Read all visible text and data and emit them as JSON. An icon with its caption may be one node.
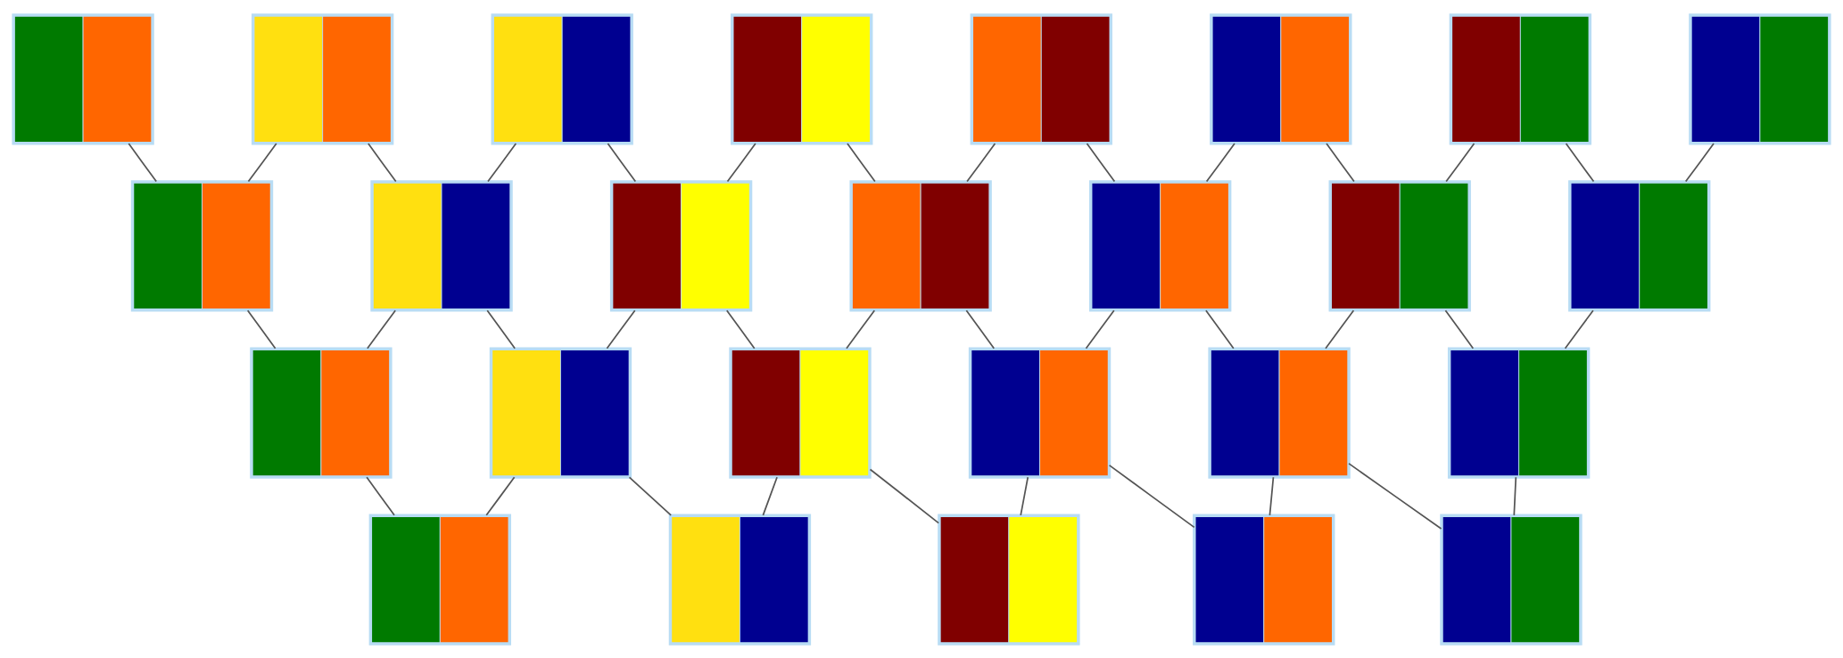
{
  "diagram": {
    "nodes": [
      {
        "text": [],
        "shape": "picture"
      },
      {
        "text": [],
        "shape": "picture"
      },
      {
        "text": [],
        "shape": "picture"
      },
      {
        "text": [],
        "shape": "picture"
      },
      {
        "text": [],
        "shape": "picture"
      },
      {
        "text": [],
        "shape": "picture"
      },
      {
        "text": [],
        "shape": "picture"
      },
      {
        "text": [],
        "shape": "picture"
      },
      {
        "text": [],
        "shape": "picture"
      },
      {
        "text": [],
        "shape": "picture"
      },
      {
        "text": [],
        "shape": "picture"
      },
      {
        "text": [],
        "shape": "picture"
      },
      {
        "text": [],
        "shape": "picture"
      },
      {
        "text": [],
        "shape": "picture"
      },
      {
        "text": [],
        "shape": "picture"
      },
      {
        "text": [],
        "shape": "picture"
      },
      {
        "text": [],
        "shape": "picture"
      },
      {
        "text": [],
        "shape": "picture"
      },
      {
        "text": [],
        "shape": "picture"
      },
      {
        "text": [],
        "shape": "picture"
      },
      {
        "text": [],
        "shape": "picture"
      },
      {
        "text": [],
        "shape": "picture"
      },
      {
        "text": [],
        "shape": "picture"
      },
      {
        "text": [],
        "shape": "picture"
      },
      {
        "text": [],
        "shape": "picture"
      },
      {
        "text": [],
        "shape": "picture"
      }
    ],
    "edges": [
      {
        "from": 0,
        "to": 8,
        "arrow": "none"
      },
      {
        "from": 1,
        "to": 8,
        "arrow": "none"
      },
      {
        "from": 1,
        "to": 9,
        "arrow": "none"
      },
      {
        "from": 2,
        "to": 9,
        "arrow": "none"
      },
      {
        "from": 2,
        "to": 10,
        "arrow": "none"
      },
      {
        "from": 3,
        "to": 10,
        "arrow": "none"
      },
      {
        "from": 3,
        "to": 11,
        "arrow": "none"
      },
      {
        "from": 4,
        "to": 11,
        "arrow": "none"
      },
      {
        "from": 4,
        "to": 12,
        "arrow": "none"
      },
      {
        "from": 5,
        "to": 12,
        "arrow": "none"
      },
      {
        "from": 5,
        "to": 13,
        "arrow": "none"
      },
      {
        "from": 6,
        "to": 13,
        "arrow": "none"
      },
      {
        "from": 6,
        "to": 14,
        "arrow": "none"
      },
      {
        "from": 7,
        "to": 14,
        "arrow": "none"
      },
      {
        "from": 8,
        "to": 15,
        "arrow": "none"
      },
      {
        "from": 9,
        "to": 15,
        "arrow": "none"
      },
      {
        "from": 9,
        "to": 16,
        "arrow": "none"
      },
      {
        "from": 10,
        "to": 16,
        "arrow": "none"
      },
      {
        "from": 10,
        "to": 17,
        "arrow": "none"
      },
      {
        "from": 11,
        "to": 17,
        "arrow": "none"
      },
      {
        "from": 11,
        "to": 18,
        "arrow": "none"
      },
      {
        "from": 12,
        "to": 18,
        "arrow": "none"
      },
      {
        "from": 12,
        "to": 19,
        "arrow": "none"
      },
      {
        "from": 13,
        "to": 19,
        "arrow": "none"
      },
      {
        "from": 13,
        "to": 20,
        "arrow": "none"
      },
      {
        "from": 14,
        "to": 20,
        "arrow": "none"
      },
      {
        "from": 15,
        "to": 21,
        "arrow": "none"
      },
      {
        "from": 16,
        "to": 21,
        "arrow": "none"
      },
      {
        "from": 16,
        "to": 22,
        "arrow": "none"
      },
      {
        "from": 17,
        "to": 22,
        "arrow": "none"
      },
      {
        "from": 17,
        "to": 23,
        "arrow": "none"
      },
      {
        "from": 18,
        "to": 23,
        "arrow": "none"
      },
      {
        "from": 18,
        "to": 24,
        "arrow": "none"
      },
      {
        "from": 19,
        "to": 24,
        "arrow": "none"
      },
      {
        "from": 19,
        "to": 25,
        "arrow": "none"
      },
      {
        "from": 20,
        "to": 25,
        "arrow": "none"
      }
    ]
  }
}
